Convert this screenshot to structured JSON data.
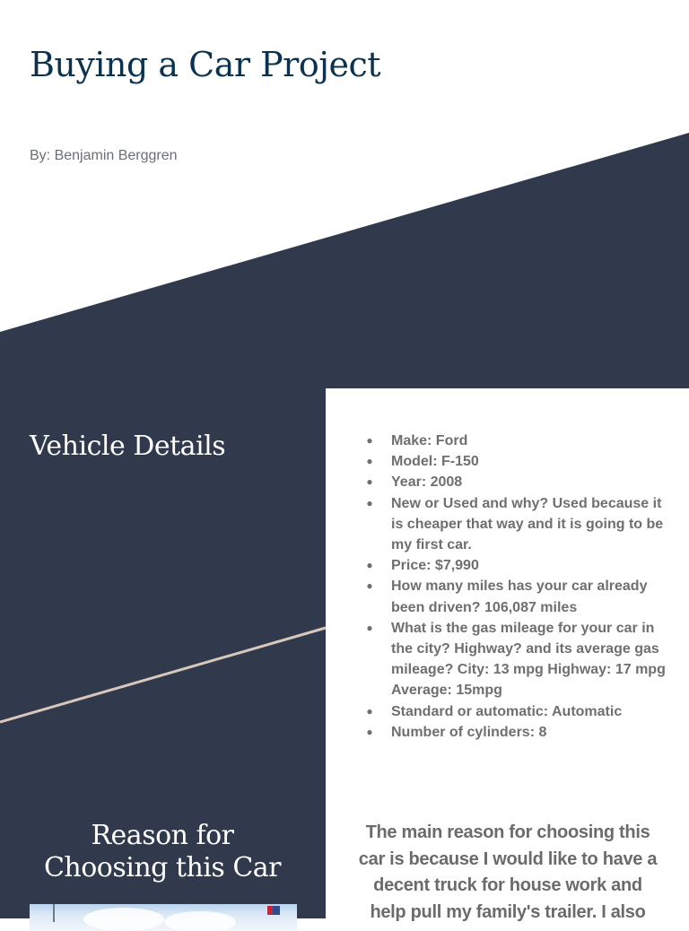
{
  "header": {
    "title": "Buying a Car Project",
    "author": "By: Benjamin Berggren"
  },
  "theme": {
    "navy": "#313a4d",
    "title_color": "#0b3350",
    "accent_line": "#d8c7bb",
    "body_text": "#6f6f6f"
  },
  "vehicle_details": {
    "heading": "Vehicle Details",
    "items": [
      "Make: Ford",
      "Model:  F-150",
      "Year: 2008",
      "New or Used and why? Used because it is cheaper that way and it is going to be my first car.",
      "Price: $7,990",
      "How many miles has your car already been driven? 106,087 miles",
      "What is the gas mileage for your car in the city? Highway?  and its average gas mileage? City: 13 mpg Highway: 17 mpg Average: 15mpg",
      "Standard or automatic: Automatic",
      "Number of cylinders: 8"
    ]
  },
  "reason": {
    "heading": "Reason for Choosing this Car",
    "text": "The main reason for choosing this car is because I would like to have a decent truck for house work and help pull my family's trailer. I also",
    "photo_alt": "truck-photo"
  }
}
